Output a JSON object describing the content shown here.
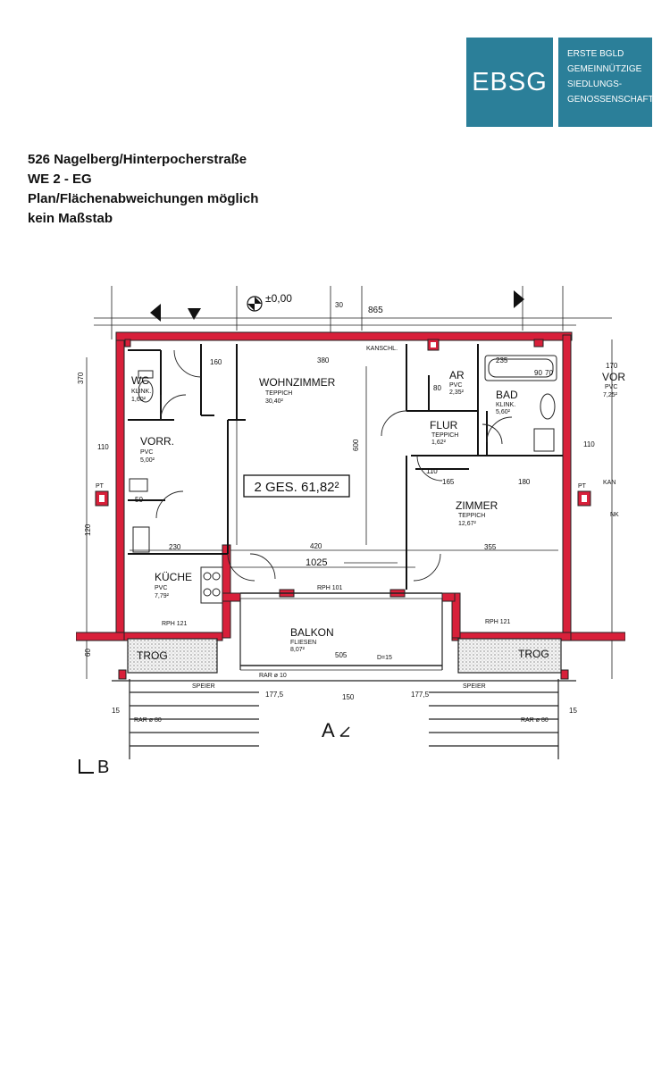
{
  "logo": {
    "abbr": "EBSG",
    "lines": [
      "ERSTE BGLD",
      "GEMEINNÜTZIGE",
      "SIEDLUNGS-",
      "GENOSSENSCHAFT"
    ]
  },
  "header": {
    "address": "526 Nagelberg/Hinterpocherstraße",
    "unit": "WE 2 - EG",
    "note": "Plan/Flächenabweichungen möglich",
    "scale": "kein Maßstab"
  },
  "colors": {
    "logo_bg": "#2b7f99",
    "wall_red": "#d8203a"
  },
  "plan": {
    "total": "2 GES. 61,82²",
    "elevation": "±0,00",
    "rooms": {
      "wohnzimmer": {
        "name": "WOHNZIMMER",
        "floor": "TEPPICH",
        "area": "30,40²"
      },
      "wc": {
        "name": "WC",
        "floor": "KLINK.",
        "area": "1,60²"
      },
      "vorr": {
        "name": "VORR.",
        "floor": "PVC",
        "area": "5,00²"
      },
      "kueche": {
        "name": "KÜCHE",
        "floor": "PVC",
        "area": "7,79²"
      },
      "ar": {
        "name": "AR",
        "floor": "PVC",
        "area": "2,35²"
      },
      "bad": {
        "name": "BAD",
        "floor": "KLINK.",
        "area": "5,60²"
      },
      "flur": {
        "name": "FLUR",
        "floor": "TEPPICH",
        "area": "1,62²"
      },
      "zimmer": {
        "name": "ZIMMER",
        "floor": "TEPPICH",
        "area": "12,67²"
      },
      "balkon": {
        "name": "BALKON",
        "floor": "FLIESEN",
        "area": "8,07²"
      },
      "vor_right": {
        "name": "VOR",
        "floor": "PVC",
        "area": "7,25²"
      }
    },
    "labels": {
      "trog": "TROG",
      "pt": "PT",
      "section_a": "A",
      "section_b": "B",
      "kanschl": "KANSCHL.",
      "speier": "SPEIER",
      "kan": "KAN",
      "nk": "NK",
      "rph_101": "RPH 101",
      "rph_121": "RPH 121",
      "rar_80": "RAR ø 80",
      "rar_10": "RAR ø 10",
      "d15": "D=15"
    },
    "dims": {
      "d865": "865",
      "d380": "380",
      "d600": "600",
      "d1025": "1025",
      "d420": "420",
      "d230": "230",
      "d355": "355",
      "d505": "505",
      "d150": "150",
      "d1775a": "177,5",
      "d1775b": "177,5",
      "d180": "180",
      "d165": "165",
      "d160": "160",
      "d110": "110",
      "d80": "80",
      "d70": "70",
      "d90": "90",
      "d235": "235",
      "d170": "170",
      "d120": "120",
      "d60": "60",
      "d15": "15",
      "d370": "370",
      "d30": "30",
      "d50": "50"
    }
  }
}
